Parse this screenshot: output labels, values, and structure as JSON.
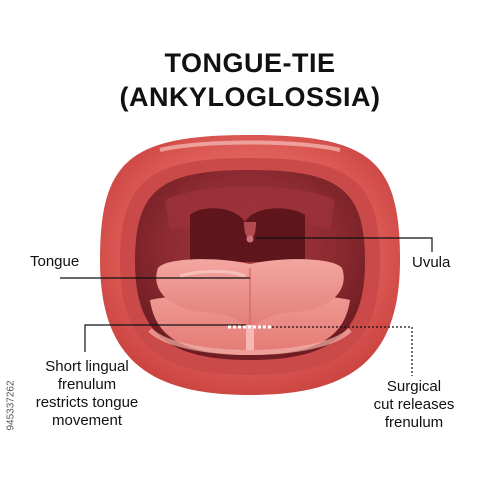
{
  "title": {
    "line1": "TONGUE-TIE",
    "line2": "(ANKYLOGLOSSIA)"
  },
  "labels": {
    "tongue": "Tongue",
    "uvula": "Uvula",
    "short_frenulum": [
      "Short lingual",
      "frenulum",
      "restricts tongue",
      "movement"
    ],
    "surgical_cut": [
      "Surgical",
      "cut releases",
      "frenulum"
    ]
  },
  "side_id": "945337262",
  "colors": {
    "lip_outer": "#d9534f",
    "lip_inner": "#e8746e",
    "cavity": "#7a1e24",
    "throat": "#5a1218",
    "tongue": "#e98a86",
    "teeth_ridge": "#f2b0a8",
    "text": "#111111",
    "line": "#111111"
  }
}
